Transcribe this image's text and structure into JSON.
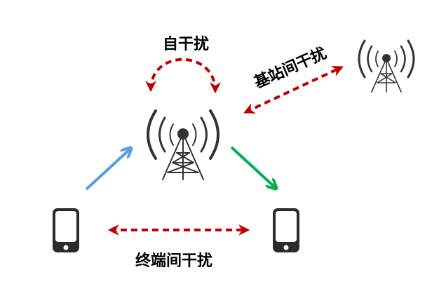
{
  "labels": {
    "self_interference": "自干扰",
    "inter_bs_interference": "基站间干扰",
    "inter_terminal_interference": "终端间干扰"
  },
  "colors": {
    "interference": "#c00000",
    "uplink": "#5b9be6",
    "downlink": "#00b050",
    "device": "#2b2b2b"
  }
}
